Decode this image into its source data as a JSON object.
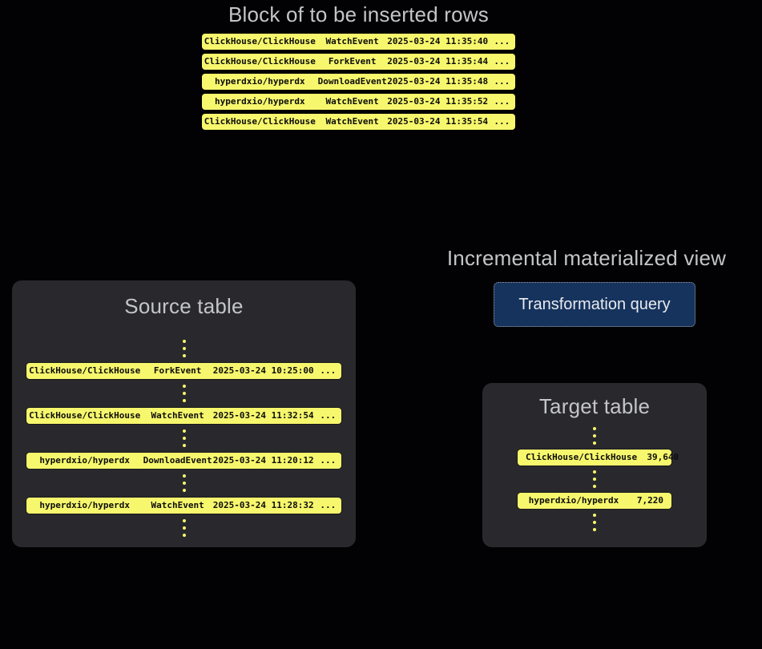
{
  "colors": {
    "page-bg": "#020204",
    "panel-bg": "#29292d",
    "row-yellow": "#f7f76d",
    "row-text": "#0d0d0d",
    "title-text": "#c4c5c9",
    "query-bg": "#16335d",
    "query-border": "#9aa0a8",
    "query-text": "#e9ebef"
  },
  "insert_block": {
    "title": "Block of to be inserted rows",
    "rows": [
      {
        "repo": "ClickHouse/ClickHouse",
        "event": "WatchEvent",
        "timestamp": "2025-03-24 11:35:40",
        "more": "..."
      },
      {
        "repo": "ClickHouse/ClickHouse",
        "event": "ForkEvent",
        "timestamp": "2025-03-24 11:35:44",
        "more": "..."
      },
      {
        "repo": "hyperdxio/hyperdx",
        "event": "DownloadEvent",
        "timestamp": "2025-03-24 11:35:48",
        "more": "..."
      },
      {
        "repo": "hyperdxio/hyperdx",
        "event": "WatchEvent",
        "timestamp": "2025-03-24 11:35:52",
        "more": "..."
      },
      {
        "repo": "ClickHouse/ClickHouse",
        "event": "WatchEvent",
        "timestamp": "2025-03-24 11:35:54",
        "more": "..."
      }
    ]
  },
  "source_table": {
    "title": "Source table",
    "rows": [
      {
        "repo": "ClickHouse/ClickHouse",
        "event": "ForkEvent",
        "timestamp": "2025-03-24 10:25:00",
        "more": "..."
      },
      {
        "repo": "ClickHouse/ClickHouse",
        "event": "WatchEvent",
        "timestamp": "2025-03-24 11:32:54",
        "more": "..."
      },
      {
        "repo": "hyperdxio/hyperdx",
        "event": "DownloadEvent",
        "timestamp": "2025-03-24 11:20:12",
        "more": "..."
      },
      {
        "repo": "hyperdxio/hyperdx",
        "event": "WatchEvent",
        "timestamp": "2025-03-24 11:28:32",
        "more": "..."
      }
    ]
  },
  "materialized_view": {
    "title": "Incremental materialized view",
    "query_label": "Transformation query"
  },
  "target_table": {
    "title": "Target table",
    "rows": [
      {
        "repo": "ClickHouse/ClickHouse",
        "count": "39,640"
      },
      {
        "repo": "hyperdxio/hyperdx",
        "count": "7,220"
      }
    ]
  }
}
